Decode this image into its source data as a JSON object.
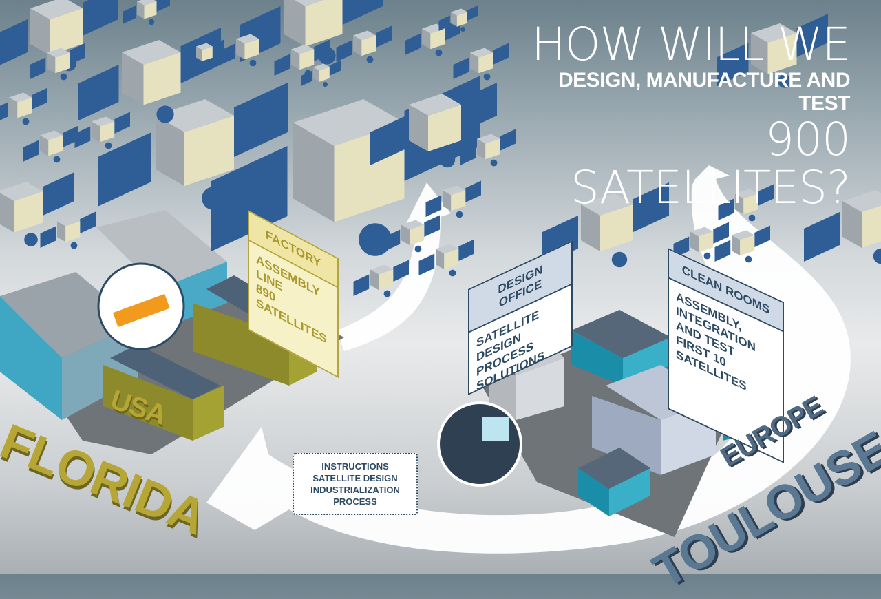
{
  "title": {
    "line1": "HOW WILL WE",
    "line2": "DESIGN, MANUFACTURE AND TEST",
    "line3": "900 SATELLITES?"
  },
  "factory_sign": {
    "header": "FACTORY",
    "line1": "ASSEMBLY LINE",
    "line2": "890 SATELLITES"
  },
  "design_sign": {
    "header": "DESIGN OFFICE",
    "line1": "SATELLITE DESIGN",
    "line2": "PROCESS SOLUTIONS"
  },
  "clean_sign": {
    "header": "CLEAN ROOMS",
    "line1": "ASSEMBLY,",
    "line2": "INTEGRATION AND TEST",
    "line3": "FIRST 10 SATELLITES"
  },
  "instructions": {
    "line1": "INSTRUCTIONS",
    "line2": "SATELLITE DESIGN",
    "line3": "INDUSTRIALIZATION",
    "line4": "PROCESS"
  },
  "locations": {
    "usa": "USA",
    "florida": "FLORIDA",
    "europe": "EUROPE",
    "toulouse": "TOULOUSE"
  },
  "colors": {
    "florida": "#b5a635",
    "toulouse": "#5a7892",
    "navy": "#2c4a63",
    "panel": "#2f5d96"
  }
}
